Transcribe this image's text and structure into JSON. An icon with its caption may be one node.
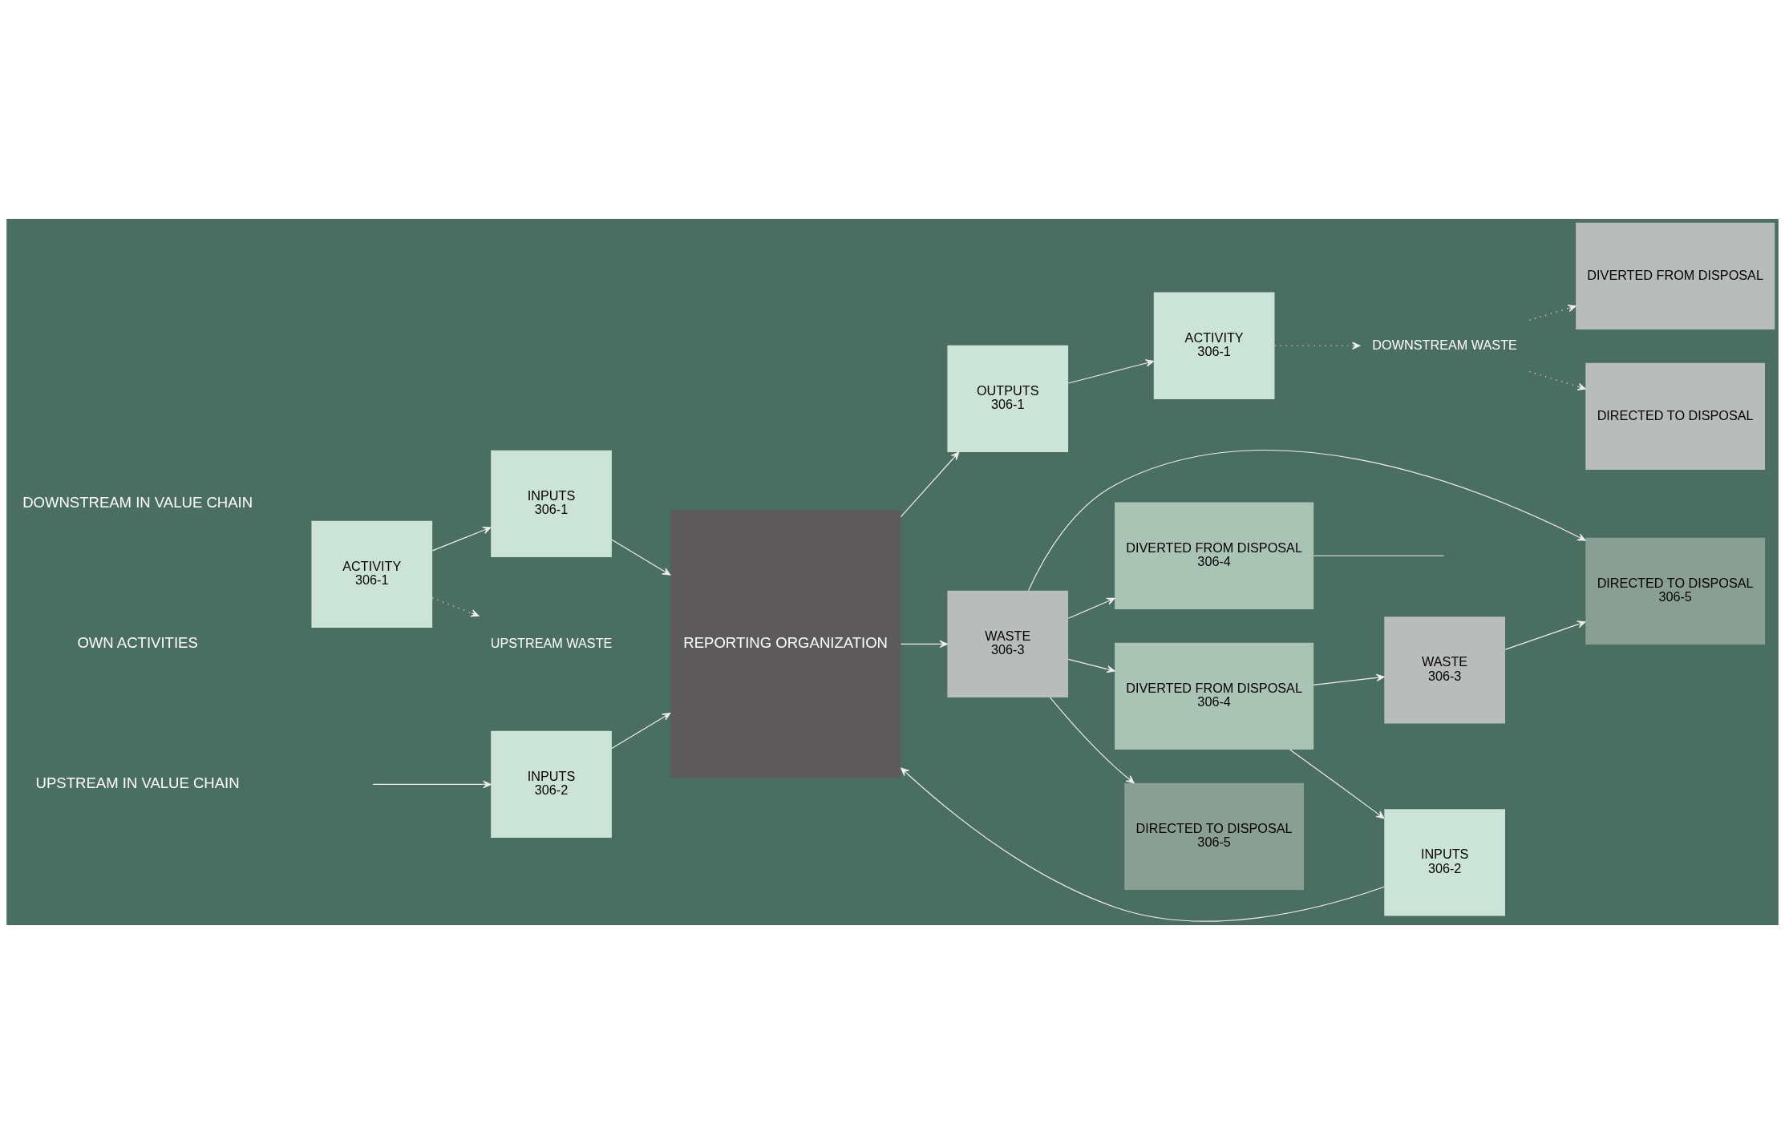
{
  "diagram": {
    "nodes": [
      {
        "text": [
          "ACTIVITY",
          "306-1"
        ]
      },
      {
        "text": [
          "INPUTS",
          "306-1"
        ]
      },
      {
        "text": [
          "REPORTING ORGANIZATION"
        ]
      },
      {
        "text": [
          "OUTPUTS",
          "306-1"
        ]
      },
      {
        "text": [
          "ACTIVITY",
          "306-1"
        ]
      },
      {
        "text": [
          "DOWNSTREAM WASTE"
        ]
      },
      {
        "text": [
          "DIVERTED FROM DISPOSAL"
        ]
      },
      {
        "text": [
          "DIRECTED TO DISPOSAL"
        ]
      },
      {
        "text": [
          "UPSTREAM WASTE"
        ]
      },
      {
        "text": [
          "WASTE",
          "306-3"
        ]
      },
      {
        "text": [
          "INPUTS",
          "306-2"
        ]
      },
      {
        "text": [
          "INPUTS",
          "306-2"
        ]
      },
      {
        "text": [
          "DIRECTED TO DISPOSAL",
          "306-5"
        ]
      },
      {
        "text": [
          "DIVERTED FROM DISPOSAL",
          "306-4"
        ]
      },
      {
        "text": [
          "DIVERTED FROM DISPOSAL",
          "306-4"
        ]
      },
      {
        "text": [
          "DIRECTED TO DISPOSAL",
          "306-5"
        ]
      },
      {
        "text": [
          "WASTE",
          "306-3"
        ]
      }
    ],
    "edges": [
      {
        "from": 0,
        "to": 1,
        "arrow": "to"
      },
      {
        "from": 1,
        "to": 2,
        "arrow": "to"
      },
      {
        "from": 2,
        "to": 3,
        "arrow": "to"
      },
      {
        "from": 3,
        "to": 4,
        "arrow": "to"
      },
      {
        "from": 4,
        "to": 5,
        "arrow": "to",
        "style": "dashed"
      },
      {
        "from": 5,
        "to": 6,
        "arrow": "to",
        "style": "dashed"
      },
      {
        "from": 5,
        "to": 7,
        "arrow": "to",
        "style": "dashed"
      },
      {
        "from": 0,
        "to": 8,
        "arrow": "to",
        "style": "dashed"
      },
      {
        "from": 2,
        "to": 9,
        "arrow": "to"
      },
      {
        "from": 10,
        "to": 2,
        "arrow": "to"
      },
      {
        "from": 11,
        "to": 2,
        "arrow": "to"
      },
      {
        "from": 9,
        "to": 14,
        "arrow": "to"
      },
      {
        "from": 9,
        "to": 15,
        "arrow": "to"
      },
      {
        "from": 9,
        "to": 12,
        "arrow": "to"
      },
      {
        "from": 9,
        "to": 13,
        "arrow": "to"
      },
      {
        "from": 14,
        "to": 11,
        "arrow": "to"
      },
      {
        "from": 14,
        "to": 16,
        "arrow": "to"
      },
      {
        "from": 16,
        "to": 12,
        "arrow": "to"
      },
      {
        "from": 13,
        "to": null,
        "arrow": "none"
      },
      {
        "from": null,
        "to": 10,
        "arrow": "to"
      }
    ],
    "labels": [
      "UPSTREAM IN VALUE CHAIN",
      "OWN ACTIVITIES",
      "DOWNSTREAM IN VALUE CHAIN"
    ]
  }
}
